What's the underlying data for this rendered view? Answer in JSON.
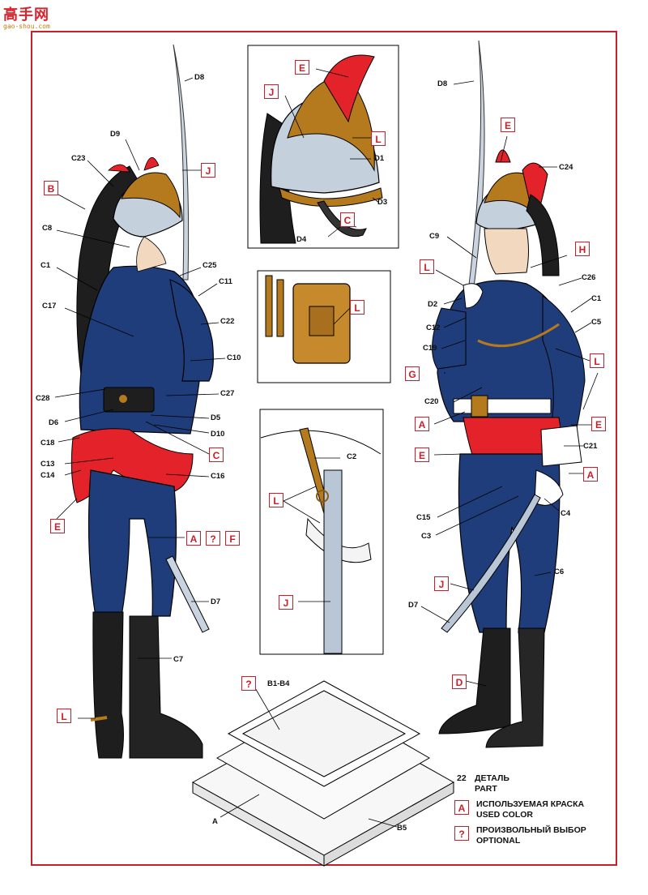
{
  "watermark": {
    "site": "高手网",
    "url": "gao-shou.com"
  },
  "palette": {
    "frame": "#c8202a",
    "navy": "#1f3d7a",
    "red": "#e3222a",
    "gold": "#b57a1e",
    "steel": "#b9c6d6",
    "black": "#1e1e1e",
    "gray": "#999a9a"
  },
  "labels": {
    "D8_left": "D8",
    "D9": "D9",
    "C23": "C23",
    "J_saber_left": "J",
    "B": "B",
    "C8": "C8",
    "C25": "C25",
    "C1_left": "C1",
    "C11": "C11",
    "C17": "C17",
    "C22": "C22",
    "C10": "C10",
    "C28": "C28",
    "C27": "C27",
    "D6": "D6",
    "D5": "D5",
    "D10": "D10",
    "C_left": "C",
    "C18": "C18",
    "C13": "C13",
    "C14": "C14",
    "C16": "C16",
    "E_left": "E",
    "A_left": "A",
    "Q_left": "?",
    "F": "F",
    "D7_left": "D7",
    "C7": "C7",
    "L_left": "L",
    "E_helmet": "E",
    "J_helmet": "J",
    "L_helmet": "L",
    "D1": "D1",
    "D3": "D3",
    "C_helmet": "C",
    "D4": "D4",
    "L_buckle": "L",
    "C2": "C2",
    "L_hanger": "L",
    "J_scabbard": "J",
    "Q_base": "?",
    "B1_B4": "B1-B4",
    "A_base": "A",
    "B5": "B5",
    "D8_right": "D8",
    "E_right_top": "E",
    "C24": "C24",
    "C9": "C9",
    "H": "H",
    "L_right_sword": "L",
    "C26": "C26",
    "D2": "D2",
    "C1_right": "C1",
    "C12": "C12",
    "C5": "C5",
    "C19": "C19",
    "L_right_arm": "L",
    "G": "G",
    "C20": "C20",
    "E_cuff": "E",
    "A_belt": "A",
    "C21": "C21",
    "E_sash": "E",
    "A_glove": "A",
    "C15": "C15",
    "C4": "C4",
    "C3": "C3",
    "J_right_saber": "J",
    "C6": "C6",
    "D7_right": "D7",
    "D": "D"
  },
  "legend": {
    "part_number": "22",
    "part_ru": "ДЕТАЛЬ",
    "part_en": "PART",
    "used_box": "A",
    "used_ru": "ИСПОЛЬЗУЕМАЯ КРАСКА",
    "used_en": "USED COLOR",
    "opt_box": "?",
    "opt_ru": "ПРОИЗВОЛЬНЫЙ ВЫБОР",
    "opt_en": "OPTIONAL"
  }
}
